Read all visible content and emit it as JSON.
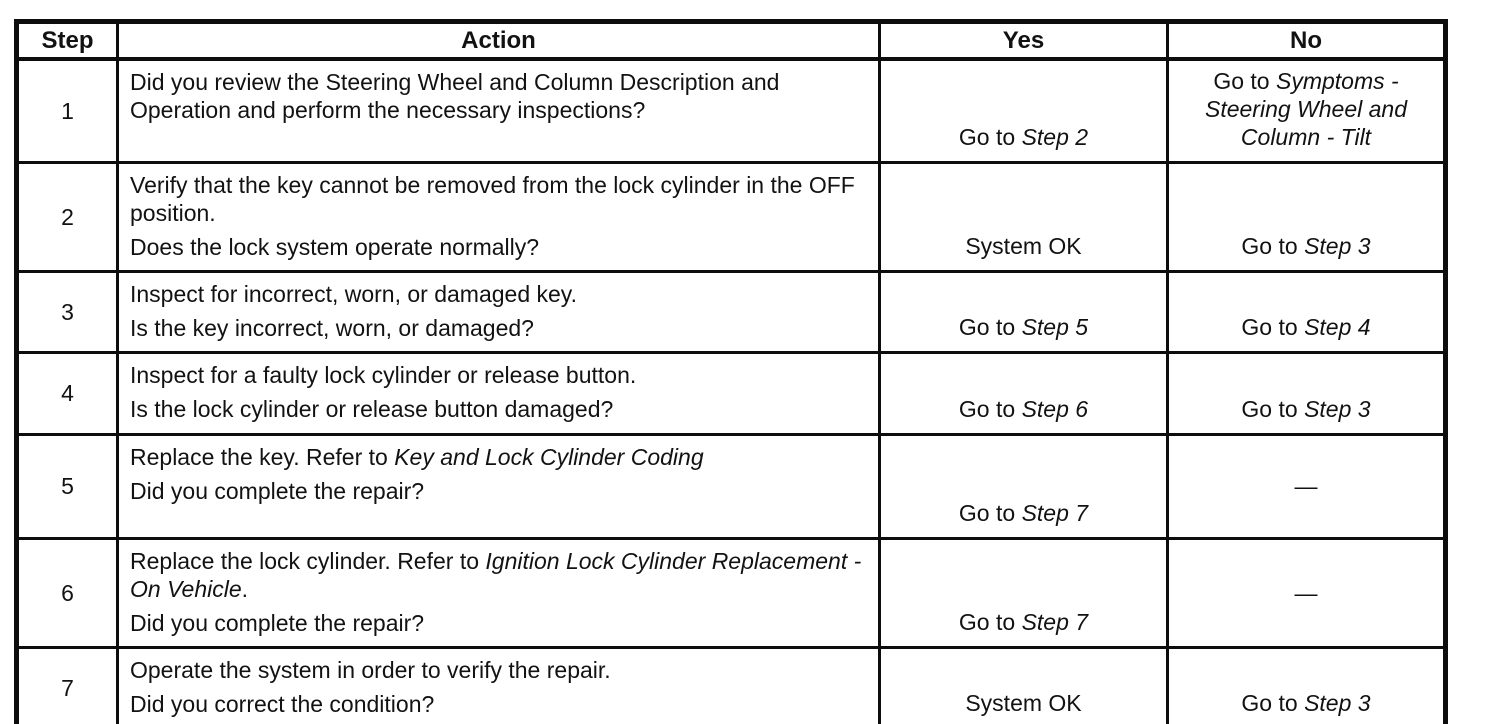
{
  "colors": {
    "ink": "#121212",
    "paper": "#ffffff"
  },
  "table": {
    "headers": [
      {
        "label": "Step"
      },
      {
        "label": "Action"
      },
      {
        "label": "Yes"
      },
      {
        "label": "No"
      }
    ],
    "rows": [
      {
        "step": "1",
        "action_main": [
          {
            "t": "Did you review the Steering Wheel and Column Description and Operation and perform the necessary inspections?"
          }
        ],
        "action_question": null,
        "yes": [
          {
            "t": "Go to "
          },
          {
            "t": "Step 2",
            "i": true
          }
        ],
        "no": [
          {
            "t": "Go to "
          },
          {
            "t": "Symptoms - Steering Wheel and Column - Tilt",
            "i": true
          }
        ]
      },
      {
        "step": "2",
        "action_main": [
          {
            "t": "Verify that the key cannot be removed from the lock cylinder in the OFF position."
          }
        ],
        "action_question": [
          {
            "t": "Does the lock system operate normally?"
          }
        ],
        "yes": [
          {
            "t": "System OK"
          }
        ],
        "no": [
          {
            "t": "Go to "
          },
          {
            "t": "Step 3",
            "i": true
          }
        ]
      },
      {
        "step": "3",
        "action_main": [
          {
            "t": "Inspect for incorrect, worn, or damaged key."
          }
        ],
        "action_question": [
          {
            "t": "Is the key incorrect, worn, or damaged?"
          }
        ],
        "yes": [
          {
            "t": "Go to "
          },
          {
            "t": "Step 5",
            "i": true
          }
        ],
        "no": [
          {
            "t": "Go to "
          },
          {
            "t": "Step 4",
            "i": true
          }
        ]
      },
      {
        "step": "4",
        "action_main": [
          {
            "t": "Inspect for a faulty lock cylinder or release button."
          }
        ],
        "action_question": [
          {
            "t": "Is the lock cylinder or release button damaged?"
          }
        ],
        "yes": [
          {
            "t": "Go to "
          },
          {
            "t": "Step 6",
            "i": true
          }
        ],
        "no": [
          {
            "t": "Go to "
          },
          {
            "t": "Step 3",
            "i": true
          }
        ]
      },
      {
        "step": "5",
        "action_main": [
          {
            "t": "Replace the key. Refer to "
          },
          {
            "t": "Key and Lock Cylinder Coding",
            "i": true
          }
        ],
        "action_question": [
          {
            "t": "Did you complete the repair?"
          }
        ],
        "yes": [
          {
            "t": "Go to "
          },
          {
            "t": "Step 7",
            "i": true
          }
        ],
        "no": [
          {
            "t": "—"
          }
        ]
      },
      {
        "step": "6",
        "action_main": [
          {
            "t": "Replace the lock cylinder. Refer to "
          },
          {
            "t": "Ignition Lock Cylinder Replacement - On Vehicle",
            "i": true
          },
          {
            "t": "."
          }
        ],
        "action_question": [
          {
            "t": "Did you complete the repair?"
          }
        ],
        "yes": [
          {
            "t": "Go to "
          },
          {
            "t": "Step 7",
            "i": true
          }
        ],
        "no": [
          {
            "t": "—"
          }
        ]
      },
      {
        "step": "7",
        "action_main": [
          {
            "t": "Operate the system in order to verify the repair."
          }
        ],
        "action_question": [
          {
            "t": "Did you correct the condition?"
          }
        ],
        "yes": [
          {
            "t": "System OK"
          }
        ],
        "no": [
          {
            "t": "Go to "
          },
          {
            "t": "Step 3",
            "i": true
          }
        ]
      }
    ]
  }
}
